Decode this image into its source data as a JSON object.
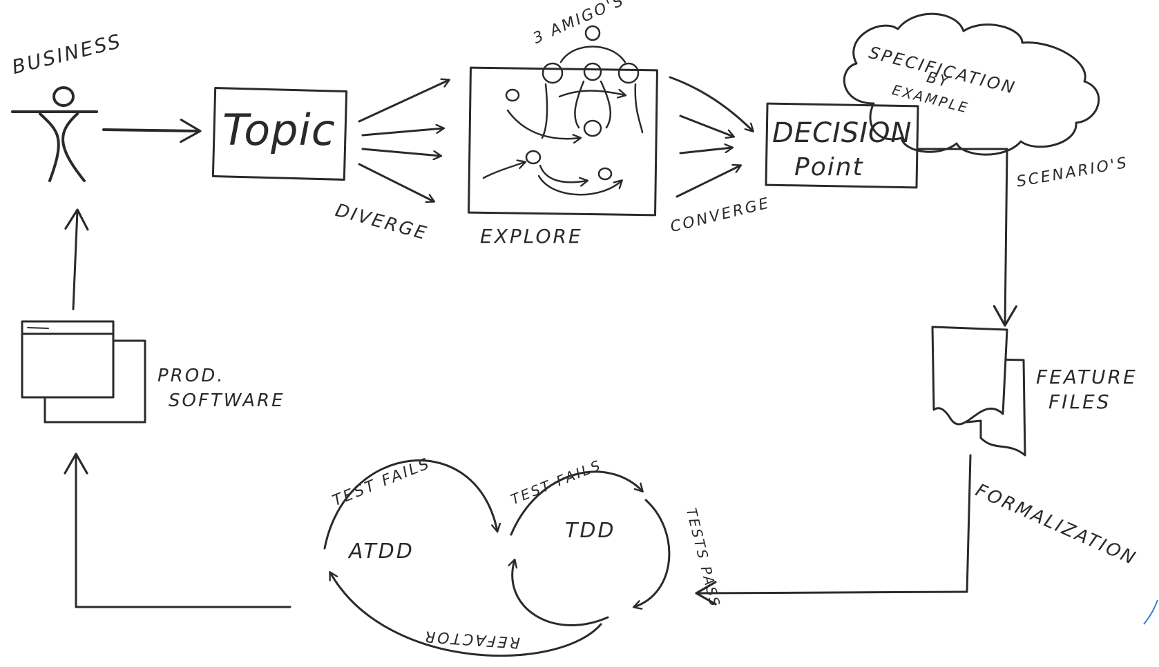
{
  "labels": {
    "business": "BUSINESS",
    "topic": "Topic",
    "diverge": "DIVERGE",
    "explore": "EXPLORE",
    "three_amigos": "3 AMIGO'S",
    "converge": "CONVERGE",
    "spec_line1": "SPECIFICATION",
    "spec_line2": "BY",
    "spec_line3": "EXAMPLE",
    "decision_line1": "DECISION",
    "decision_line2": "Point",
    "scenarios": "SCENARIO'S",
    "feature_line1": "FEATURE",
    "feature_line2": "FILES",
    "formalization": "FORMALIZATION",
    "tests_pass": "TESTS PASS",
    "tdd": "TDD",
    "atdd": "ATDD",
    "test_fails_1": "TEST FAILS",
    "test_fails_2": "TEST FAILS",
    "refactor": "REFACTOR",
    "prod_line1": "PROD.",
    "prod_line2": "SOFTWARE"
  },
  "colors": {
    "ink": "#2a2a2a",
    "accent": "#3b7fc4"
  }
}
